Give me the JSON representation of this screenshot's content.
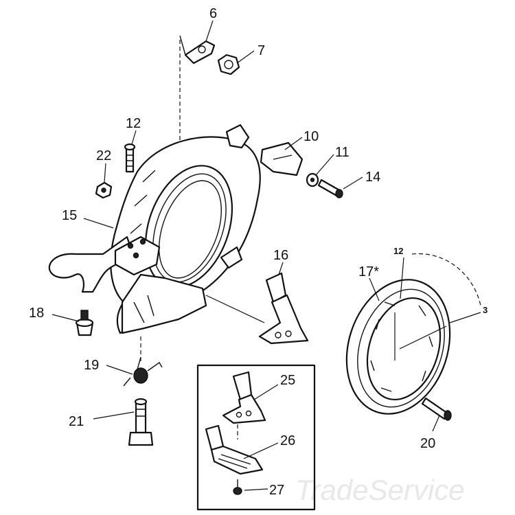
{
  "labels": {
    "l6": "6",
    "l7": "7",
    "l10": "10",
    "l11": "11",
    "l12a": "12",
    "l14": "14",
    "l15": "15",
    "l16": "16",
    "l17": "17*",
    "l18": "18",
    "l19": "19",
    "l20": "20",
    "l21": "21",
    "l22": "22",
    "l25": "25",
    "l26": "26",
    "l27": "27",
    "clock12": "12",
    "clock3": "3"
  },
  "watermark": "TradeService"
}
